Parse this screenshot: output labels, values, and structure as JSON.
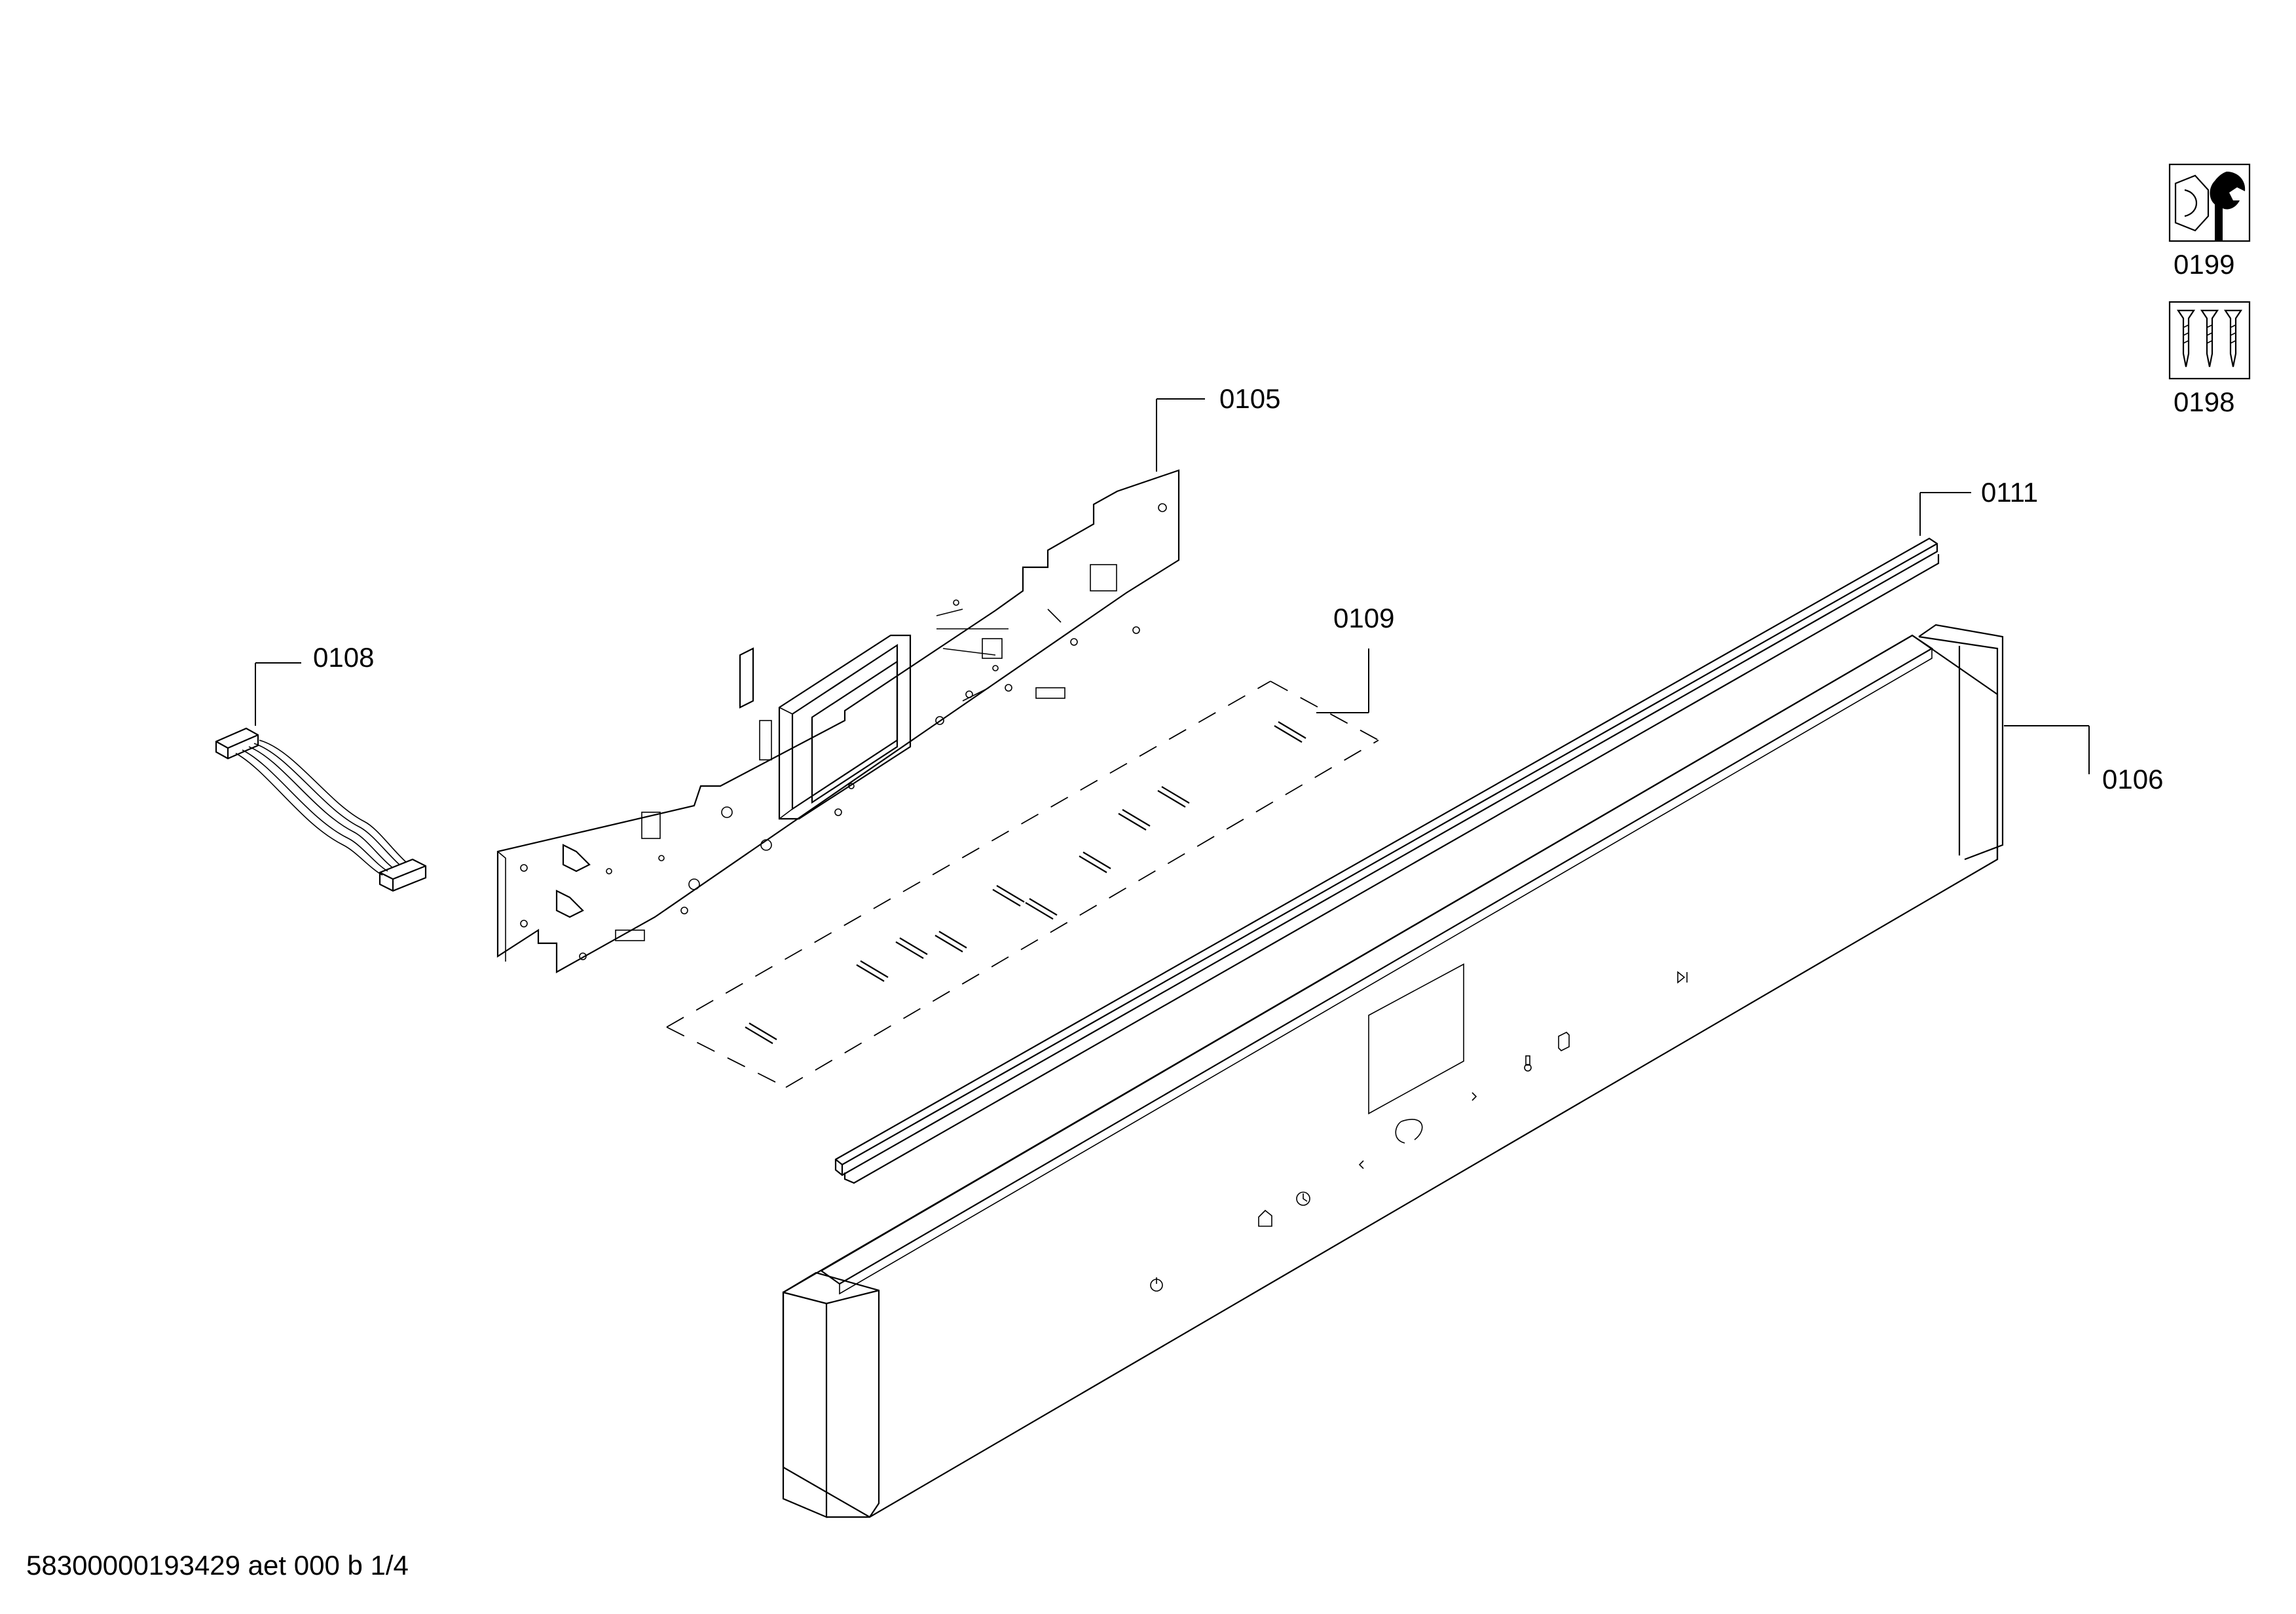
{
  "parts": {
    "p0105": "0105",
    "p0108": "0108",
    "p0109": "0109",
    "p0111": "0111",
    "p0106": "0106",
    "p0199": "0199",
    "p0198": "0198"
  },
  "footer": {
    "doc_id": "58300000193429 aet 000 b 1/4"
  },
  "icons": {
    "kit_0199": "wrench-nut-icon",
    "kit_0198": "screws-icon"
  }
}
